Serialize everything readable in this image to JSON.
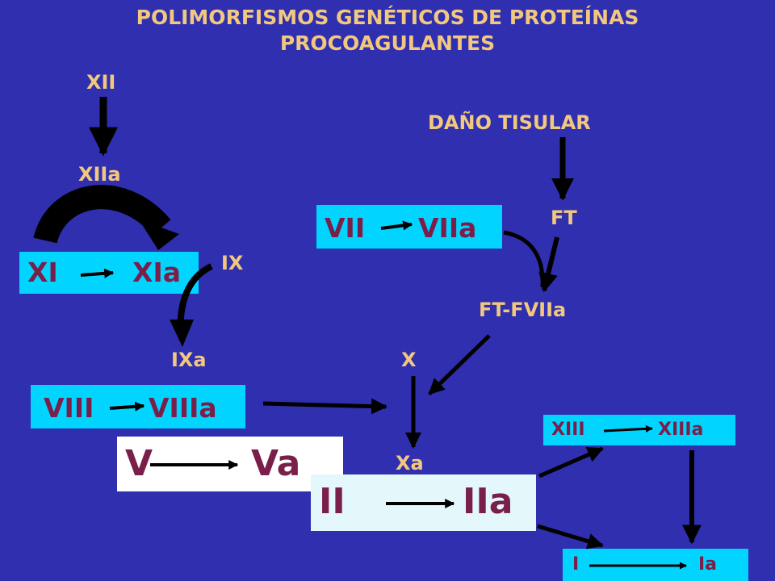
{
  "title": {
    "line1": "POLIMORFISMOS GENÉTICOS DE PROTEÍNAS",
    "line2": "PROCOAGULANTES"
  },
  "labels": {
    "xii": "XII",
    "xiia": "XIIa",
    "ix": "IX",
    "ixa": "IXa",
    "dano_tisular": "DAÑO TISULAR",
    "ft": "FT",
    "ft_fviia": "FT-FVIIa",
    "x": "X",
    "xa": "Xa"
  },
  "boxes": {
    "xi": {
      "left": "XI",
      "right": "XIa"
    },
    "vii": {
      "left": "VII",
      "right": "VIIa"
    },
    "viii": {
      "left": "VIII",
      "right": "VIIIa"
    },
    "v": {
      "left": "V",
      "right": "Va"
    },
    "ii": {
      "left": "II",
      "right": "IIa"
    },
    "xiii": {
      "left": "XIII",
      "right": "XIIIa"
    },
    "i": {
      "left": "I",
      "right": "Ia"
    }
  },
  "colors": {
    "background": "#2f2fb0",
    "label_text": "#f2c87e",
    "box_text": "#7a1f49",
    "box_cyan": "#00d4ff",
    "box_white": "#ffffff",
    "arrow": "#000000"
  }
}
